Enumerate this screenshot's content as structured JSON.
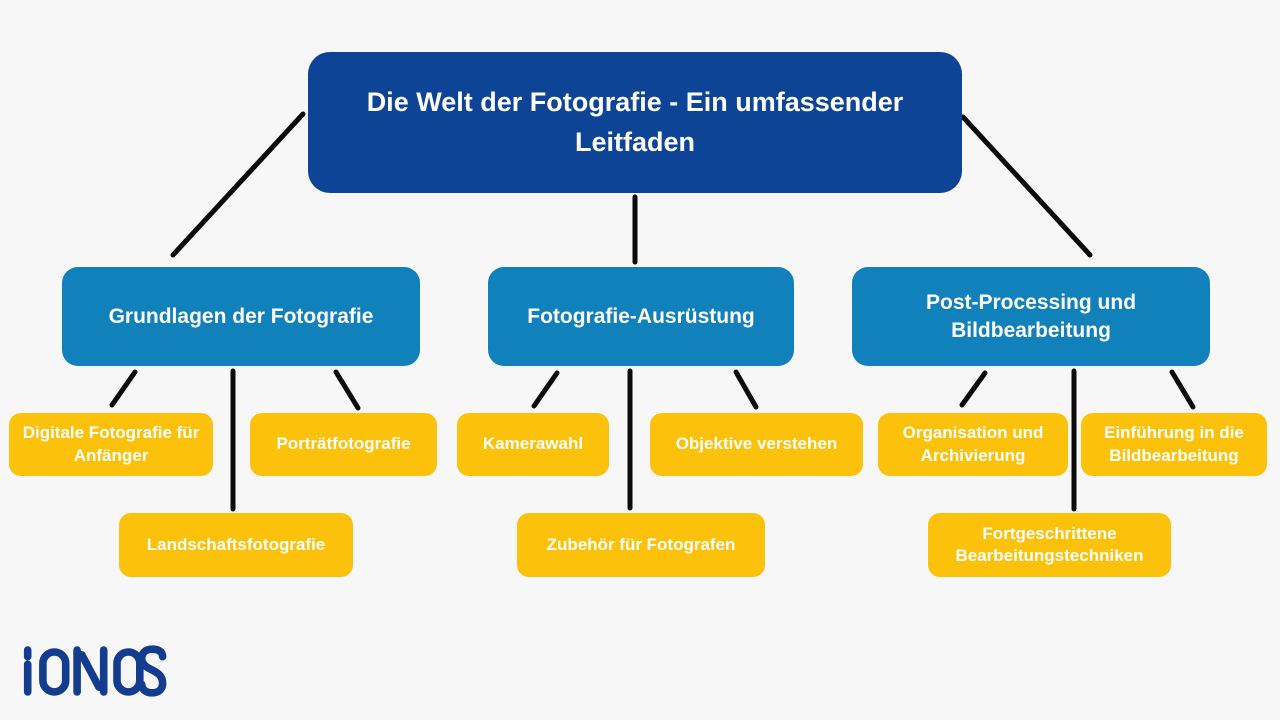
{
  "background": "#f7f7f8",
  "colors": {
    "bg": "#f7f7f8",
    "root": "#0d4496",
    "branch": "#1181bb",
    "leaf": "#fcc10a",
    "connector": "#0b0b0b",
    "logo": "#143c8e",
    "node_text": "#ffffff"
  },
  "diagram": {
    "type": "tree",
    "root": {
      "label": "Die Welt der Fotografie - Ein umfassender Leitfaden"
    },
    "branches": [
      {
        "label": "Grundlagen der Fotografie",
        "children": [
          {
            "label": "Digitale Fotografie für Anfänger"
          },
          {
            "label": "Porträtfotografie"
          },
          {
            "label": "Landschaftsfotografie"
          }
        ]
      },
      {
        "label": "Fotografie-Ausrüstung",
        "children": [
          {
            "label": "Kamerawahl"
          },
          {
            "label": "Objektive verstehen"
          },
          {
            "label": "Zubehör für Fotografen"
          }
        ]
      },
      {
        "label": "Post-Processing und Bildbearbeitung",
        "children": [
          {
            "label": "Organisation und Archivierung"
          },
          {
            "label": "Einführung in die Bildbearbeitung"
          },
          {
            "label": "Fortgeschrittene Bearbeitungstechniken"
          }
        ]
      }
    ]
  },
  "logo": {
    "brand": "IONOS"
  }
}
